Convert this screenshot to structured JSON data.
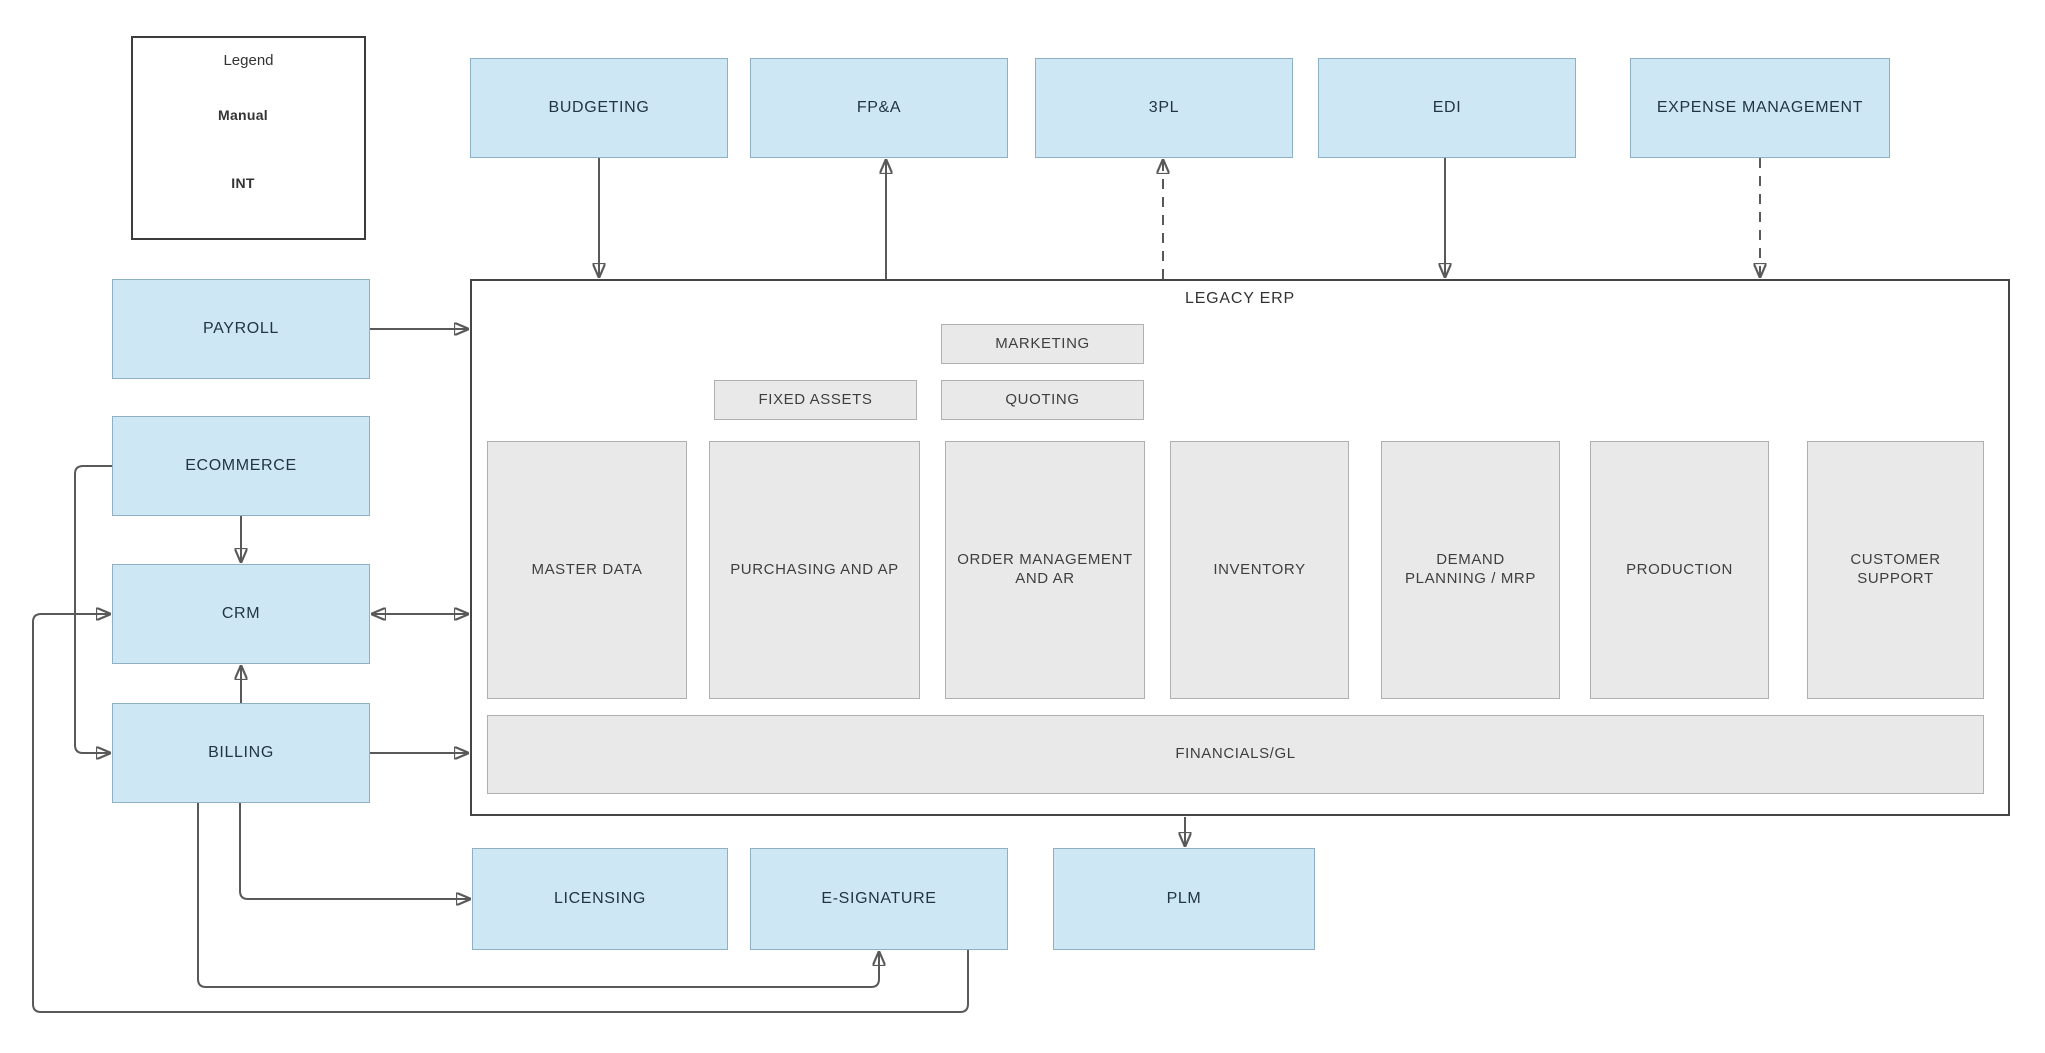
{
  "legend": {
    "title": "Legend",
    "items": [
      {
        "label": "Manual",
        "line_style": "dashed"
      },
      {
        "label": "INT",
        "line_style": "solid"
      }
    ]
  },
  "erp": {
    "title": "LEGACY ERP",
    "floating_modules": [
      "MARKETING",
      "FIXED ASSETS",
      "QUOTING"
    ],
    "columns": [
      "MASTER DATA",
      "PURCHASING AND AP",
      "ORDER MANAGEMENT AND AR",
      "INVENTORY",
      "DEMAND PLANNING / MRP",
      "PRODUCTION",
      "CUSTOMER SUPPORT"
    ],
    "base_module": "FINANCIALS/GL"
  },
  "external_top": [
    "BUDGETING",
    "FP&A",
    "3PL",
    "EDI",
    "EXPENSE MANAGEMENT"
  ],
  "external_left": [
    "PAYROLL",
    "ECOMMERCE",
    "CRM",
    "BILLING"
  ],
  "external_bottom": [
    "LICENSING",
    "E-SIGNATURE",
    "PLM"
  ],
  "connections": [
    {
      "from": "BUDGETING",
      "to": "LEGACY ERP",
      "type": "INT"
    },
    {
      "from": "LEGACY ERP",
      "to": "FP&A",
      "type": "INT"
    },
    {
      "from": "LEGACY ERP",
      "to": "3PL",
      "type": "Manual"
    },
    {
      "from": "EDI",
      "to": "LEGACY ERP",
      "type": "INT"
    },
    {
      "from": "EXPENSE MANAGEMENT",
      "to": "LEGACY ERP",
      "type": "Manual"
    },
    {
      "from": "PAYROLL",
      "to": "LEGACY ERP",
      "type": "INT"
    },
    {
      "from": "ECOMMERCE",
      "to": "CRM",
      "type": "INT"
    },
    {
      "from": "BILLING",
      "to": "CRM",
      "type": "INT"
    },
    {
      "from": "CRM",
      "to": "LEGACY ERP",
      "type": "INT",
      "bidirectional": true
    },
    {
      "from": "BILLING",
      "to": "LEGACY ERP",
      "type": "INT"
    },
    {
      "from": "ECOMMERCE",
      "to": "BILLING",
      "type": "INT"
    },
    {
      "from": "BILLING",
      "to": "LICENSING",
      "type": "INT"
    },
    {
      "from": "BILLING",
      "to": "E-SIGNATURE",
      "type": "INT"
    },
    {
      "from": "E-SIGNATURE",
      "to": "CRM",
      "type": "INT"
    },
    {
      "from": "LEGACY ERP",
      "to": "PLM",
      "type": "INT"
    }
  ],
  "colors": {
    "blue-fill": "#cee7f5",
    "blue-border": "#8fb0c2",
    "blue-text": "#213642",
    "gray-fill": "#e9e9e9",
    "gray-border": "#b0b0b0",
    "gray-text": "#3f3f3f",
    "wire": "#595959"
  }
}
